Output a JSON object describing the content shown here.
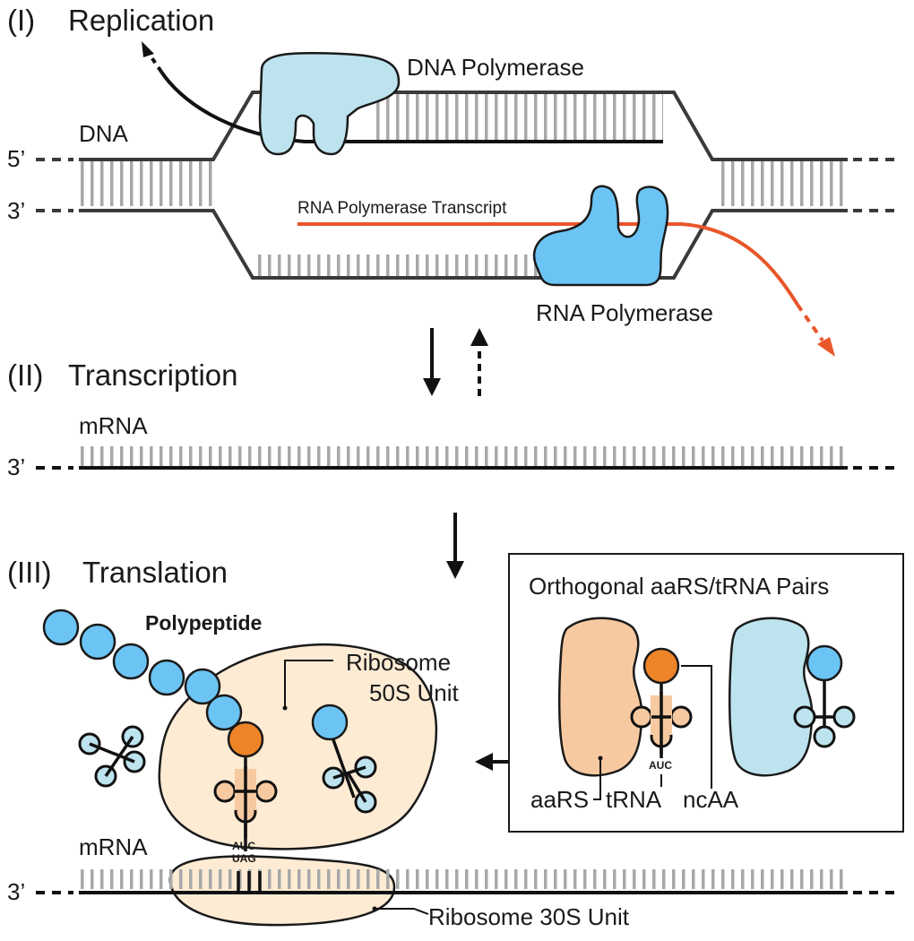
{
  "sections": {
    "replication": {
      "numeral": "(I)",
      "title": "Replication"
    },
    "transcription": {
      "numeral": "(II)",
      "title": "Transcription"
    },
    "translation": {
      "numeral": "(III)",
      "title": "Translation"
    }
  },
  "replication": {
    "dna_label": "DNA",
    "five_prime": "5’",
    "three_prime": "3’",
    "dna_polymerase": "DNA Polymerase",
    "rna_transcript": "RNA Polymerase Transcript",
    "rna_polymerase": "RNA Polymerase"
  },
  "transcription": {
    "mrna_label": "mRNA",
    "three_prime": "3’"
  },
  "translation": {
    "polypeptide": "Polypeptide",
    "ribosome_50s_line1": "Ribosome",
    "ribosome_50s_line2": "50S Unit",
    "ribosome_30s": "Ribosome 30S Unit",
    "anticodon": "AUC",
    "codon": "UAG",
    "mrna_label": "mRNA",
    "three_prime": "3’"
  },
  "orthogonal": {
    "title": "Orthogonal aaRS/tRNA Pairs",
    "aars": "aaRS",
    "trna": "tRNA",
    "ncaa": "ncAA",
    "anticodon": "AUC"
  },
  "colors": {
    "dna_strand": "#3a3a3a",
    "base_pair": "#a8a8a8",
    "dna_polymerase": "#bde3ee",
    "rna_polymerase": "#6cc4f4",
    "rna_transcript": "#e8562a",
    "ribosome": "#fdebd3",
    "aars": "#f7c9a0",
    "ncaa": "#ee8428",
    "amino_acid": "#6cc4f4",
    "trna_light": "#bde3ee"
  }
}
